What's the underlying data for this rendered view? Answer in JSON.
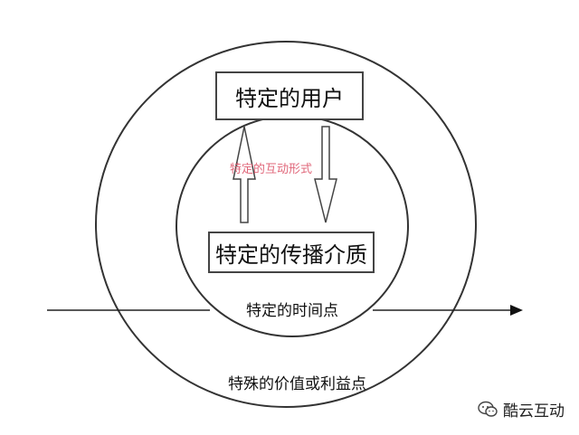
{
  "diagram": {
    "top_box": "特定的用户",
    "middle_box": "特定的传播介质",
    "interaction_label": "特定的互动形式",
    "inner_circle_label": "特定的时间点",
    "outer_circle_label": "特殊的价值或利益点"
  },
  "watermark": {
    "text": "酷云互动",
    "icon": "wechat-icon"
  }
}
